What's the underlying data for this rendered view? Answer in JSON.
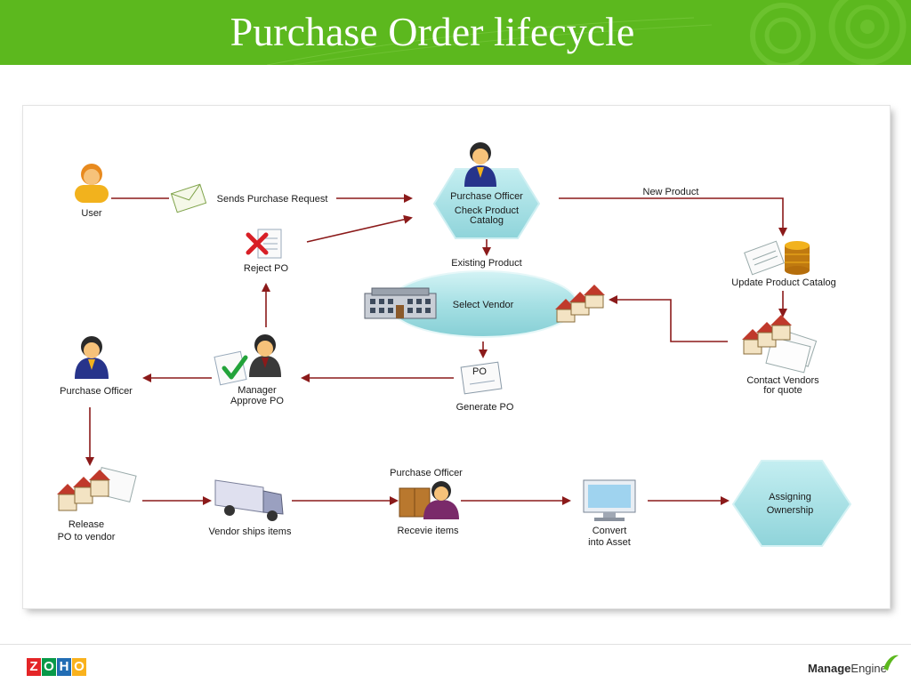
{
  "slide": {
    "title": "Purchase Order lifecycle"
  },
  "nodes": {
    "user": "User",
    "sends_request": "Sends Purchase Request",
    "po_officer_title": "Purchase Officer",
    "po_officer_sub": "Check Product Catalog",
    "new_product": "New Product",
    "update_catalog": "Update Product Catalog",
    "reject_po": "Reject PO",
    "existing_product": "Existing Product",
    "select_vendor": "Select Vendor",
    "contact_vendors": "Contact Vendors for quote",
    "purchase_officer_left": "Purchase Officer",
    "manager_approve": "Manager Approve PO",
    "po_doc": "PO",
    "generate_po": "Generate PO",
    "release_po": "Release PO to vendor",
    "vendor_ships": "Vendor ships items",
    "receive_officer": "Purchase Officer",
    "receive_items": "Recevie items",
    "convert_asset": "Convert into Asset",
    "assigning": "Assigning Ownership"
  },
  "footer": {
    "zoho_letters": [
      "Z",
      "O",
      "H",
      "O"
    ],
    "brand_bold": "Manage",
    "brand_rest": "Engine"
  },
  "colors": {
    "banner": "#5cb81e",
    "arrow": "#8b1a1a",
    "shape_fill": "#a6e0e4",
    "zoho": [
      "#e42527",
      "#089949",
      "#226db4",
      "#f9b21d"
    ]
  }
}
